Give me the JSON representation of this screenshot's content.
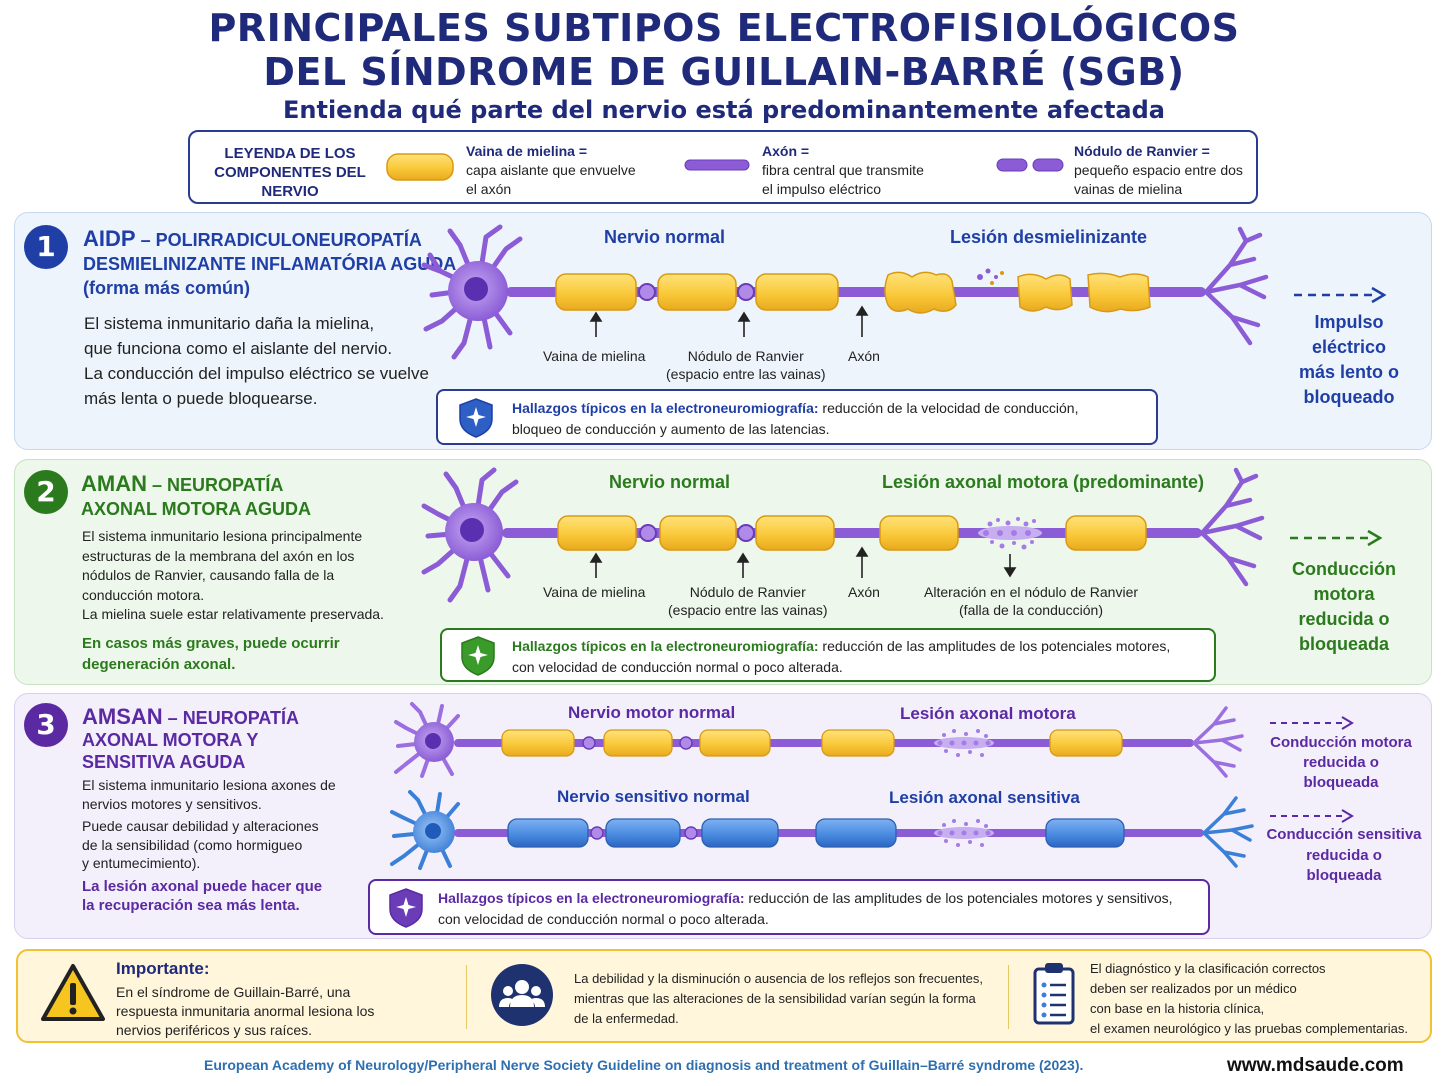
{
  "title": {
    "line1": "PRINCIPALES SUBTIPOS ELECTROFISIOLÓGICOS",
    "line2": "DEL SÍNDROME DE GUILLAIN-BARRÉ (SGB)",
    "subtitle": "Entienda qué parte del nervio está predominantemente afectada"
  },
  "legend": {
    "title": "LEYENDA DE LOS COMPONENTES DEL NERVIO",
    "items": [
      {
        "term": "Vaina de mielina =",
        "line1": "capa aislante que envuelve",
        "line2": "el axón",
        "icon": "myelin-sheath-icon"
      },
      {
        "term": "Axón =",
        "line1": "fibra central que transmite",
        "line2": "el impulso eléctrico",
        "icon": "axon-icon"
      },
      {
        "term": "Nódulo de Ranvier =",
        "line1": "pequeño espacio entre dos",
        "line2": "vainas de mielina",
        "icon": "ranvier-node-icon"
      }
    ]
  },
  "colors": {
    "navy": "#1f2a7a",
    "blue_accent": "#1f3fa6",
    "green_accent": "#2b7a1d",
    "purple_accent": "#5b2aa3",
    "myelin": "#f9c93a",
    "axon": "#8b5cd6",
    "sensory": "#3a7fd8"
  },
  "panels": [
    {
      "number": "1",
      "heading_abbr": "AIDP",
      "heading_dash": " – ",
      "heading_l1": "POLIRRADICULONEUROPATÍA",
      "heading_l2": "DESMIELINIZANTE INFLAMATÓRIA AGUDA",
      "heading_l3": "(forma más común)",
      "desc": [
        "El sistema inmunitario daña la mielina,",
        "que funciona como el aislante del nervio.",
        "La conducción del impulso eléctrico se vuelve",
        "más lenta o puede bloquearse."
      ],
      "diagram_left": "Nervio normal",
      "diagram_right": "Lesión desmielinizante",
      "labels": {
        "myelin": "Vaina de mielina",
        "node_l1": "Nódulo de Ranvier",
        "node_l2": "(espacio entre las vainas)",
        "axon": "Axón"
      },
      "finding_bold": "Hallazgos típicos en la electroneuromiografía:",
      "finding_l1": " reducción de la velocidad de conducción,",
      "finding_l2": "bloqueo de conducción y aumento de las latencias.",
      "side": [
        "Impulso eléctrico",
        "más lento o",
        "bloqueado"
      ]
    },
    {
      "number": "2",
      "heading_abbr": "AMAN",
      "heading_dash": " – ",
      "heading_l1": "NEUROPATÍA",
      "heading_l2": "AXONAL MOTORA AGUDA",
      "desc": [
        "El sistema inmunitario lesiona principalmente",
        "estructuras de la membrana del axón en los",
        "nódulos de Ranvier, causando falla de la",
        "conducción motora.",
        "La mielina suele estar relativamente preservada."
      ],
      "desc_note": [
        "En casos más graves, puede ocurrir",
        "degeneración axonal."
      ],
      "diagram_left": "Nervio normal",
      "diagram_right": "Lesión axonal motora (predominante)",
      "labels": {
        "myelin": "Vaina de mielina",
        "node_l1": "Nódulo de Ranvier",
        "node_l2": "(espacio entre las vainas)",
        "axon": "Axón",
        "alter_l1": "Alteración en el nódulo de Ranvier",
        "alter_l2": "(falla de la conducción)"
      },
      "finding_bold": "Hallazgos típicos en la electroneuromiografía:",
      "finding_l1": " reducción de las amplitudes de los potenciales motores,",
      "finding_l2": "con velocidad de conducción normal o poco alterada.",
      "side": [
        "Conducción motora",
        "reducida o",
        "bloqueada"
      ]
    },
    {
      "number": "3",
      "heading_abbr": "AMSAN",
      "heading_dash": " – ",
      "heading_l1": "NEUROPATÍA",
      "heading_l2": "AXONAL MOTORA Y",
      "heading_l3": "SENSITIVA AGUDA",
      "desc_a": [
        "El sistema inmunitario lesiona axones de",
        "nervios motores y sensitivos."
      ],
      "desc_b": [
        "Puede causar debilidad y alteraciones",
        "de la sensibilidad (como hormigueo",
        "y entumecimiento)."
      ],
      "desc_note": [
        "La lesión axonal puede hacer que",
        "la recuperación sea más lenta."
      ],
      "motor_left": "Nervio motor normal",
      "motor_right": "Lesión axonal motora",
      "sensory_left": "Nervio sensitivo normal",
      "sensory_right": "Lesión axonal sensitiva",
      "finding_bold": "Hallazgos típicos en la electroneuromiografía:",
      "finding_l1": " reducción de las amplitudes de los potenciales motores y sensitivos,",
      "finding_l2": "con velocidad de conducción normal o poco alterada.",
      "side_motor": [
        "Conducción motora",
        "reducida o",
        "bloqueada"
      ],
      "side_sensory": [
        "Conducción sensitiva",
        "reducida o",
        "bloqueada"
      ]
    }
  ],
  "important": {
    "title": "Importante:",
    "text": [
      "En el síndrome de Guillain-Barré, una",
      "respuesta inmunitaria anormal lesiona los",
      "nervios periféricos y sus raíces."
    ],
    "middle": [
      "La debilidad y la disminución o ausencia de los reflejos son frecuentes,",
      "mientras que las alteraciones de la sensibilidad varían según la forma",
      "de la enfermedad."
    ],
    "right": [
      "El diagnóstico y la clasificación correctos",
      "deben ser realizados por un médico",
      "con base en la historia clínica,",
      "el examen neurológico y las pruebas complementarias."
    ]
  },
  "footer": {
    "reference": "European Academy of Neurology/Peripheral Nerve Society Guideline on diagnosis and treatment of Guillain–Barré syndrome (2023).",
    "website": "www.mdsaude.com"
  }
}
